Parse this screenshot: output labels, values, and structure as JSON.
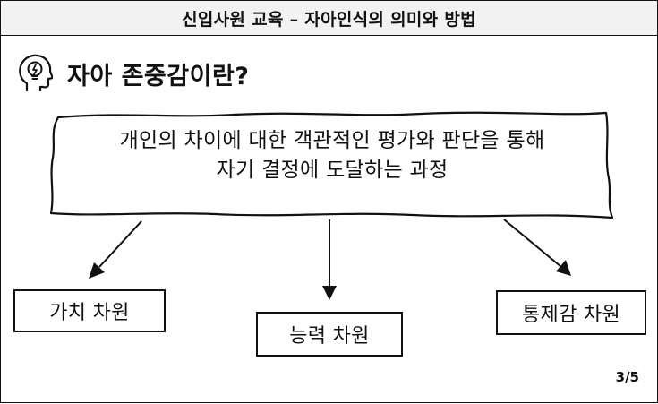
{
  "header": {
    "title": "신입사원 교육 – 자아인식의 의미와 방법"
  },
  "section": {
    "icon": "head-lightbulb-icon",
    "heading": "자아 존중감이란?"
  },
  "definition": {
    "line1": "개인의 차이에 대한 객관적인 평가와 판단을 통해",
    "line2": "자기 결정에 도달하는 과정"
  },
  "dimensions": [
    {
      "label": "가치 차원"
    },
    {
      "label": "능력 차원"
    },
    {
      "label": "통제감 차원"
    }
  ],
  "footer": {
    "page": "3/5"
  },
  "colors": {
    "ink": "#111111",
    "header_bg": "#f2f2f2",
    "background": "#ffffff"
  }
}
